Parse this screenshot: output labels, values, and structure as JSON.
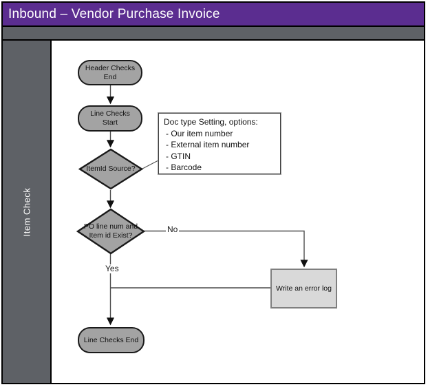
{
  "header": {
    "title": "Inbound – Vendor Purchase Invoice"
  },
  "lane": {
    "label": "Item Check"
  },
  "nodes": {
    "header_checks_end": "Header Checks End",
    "line_checks_start": "Line Checks Start",
    "itemid_source": "ItemId Source?",
    "po_line_exist": "PO line num and Item id Exist?",
    "write_error_log": "Write an error log",
    "line_checks_end": "Line Checks End"
  },
  "edges": {
    "yes": "Yes",
    "no": "No"
  },
  "note": {
    "title": "Doc type Setting, options:",
    "items": [
      "- Our item number",
      "- External item number",
      "- GTIN",
      "- Barcode"
    ]
  },
  "colors": {
    "header_bg": "#5b2d90",
    "lane_bg": "#5e6166",
    "shape_fill": "#a3a3a3",
    "shape_border": "#1a1a1a",
    "process_fill": "#d9d9d9",
    "process_border": "#7f7f7f",
    "connector": "#4d4d4d"
  }
}
